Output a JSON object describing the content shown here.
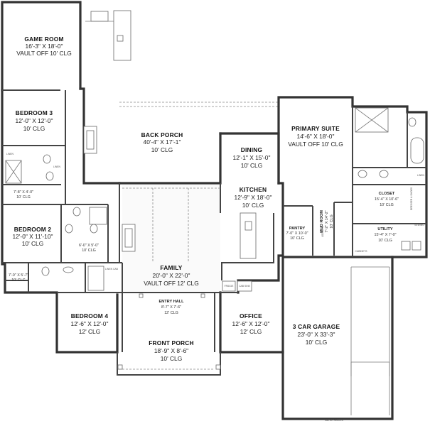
{
  "rooms": {
    "game_room": {
      "name": "GAME ROOM",
      "size": "16'-3\" X 18'-0\"",
      "ceiling": "VAULT OFF 10' CLG"
    },
    "bedroom3": {
      "name": "BEDROOM 3",
      "size": "12'-0\" X 12'-0\"",
      "ceiling": "10' CLG"
    },
    "bedroom2": {
      "name": "BEDROOM 2",
      "size": "12'-0\" X 11'-10\"",
      "ceiling": "10' CLG"
    },
    "back_porch": {
      "name": "BACK PORCH",
      "size": "40'-4\" X 17'-1\"",
      "ceiling": "10' CLG"
    },
    "dining": {
      "name": "DINING",
      "size": "12'-1\" X 15'-0\"",
      "ceiling": "10' CLG"
    },
    "kitchen": {
      "name": "KITCHEN",
      "size": "12'-9\" X 18'-0\"",
      "ceiling": "10' CLG"
    },
    "primary_suite": {
      "name": "PRIMARY SUITE",
      "size": "14'-6\" X 18'-0\"",
      "ceiling": "VAULT OFF 10' CLG"
    },
    "closet": {
      "name": "CLOSET",
      "size": "15'-4\" X 10'-6\"",
      "ceiling": "10' CLG"
    },
    "utility": {
      "name": "UTILITY",
      "size": "15'-4\" X 7'-0\"",
      "ceiling": "10' CLG"
    },
    "pantry": {
      "name": "PANTRY",
      "size": "7'-0\" X 10'-0\"",
      "ceiling": "10' CLG"
    },
    "mud_room": {
      "name": "MUD ROOM",
      "size": "7'-2\" X 14'-2\"",
      "ceiling": "10' CLG"
    },
    "family": {
      "name": "FAMILY",
      "size": "20'-0\" X 22'-0\"",
      "ceiling": "VAULT OFF 12' CLG"
    },
    "bedroom4": {
      "name": "BEDROOM 4",
      "size": "12'-6\" X 12'-0\"",
      "ceiling": "12' CLG"
    },
    "entry_hall": {
      "name": "ENTRY HALL",
      "size": "8'-7\" X 7'-6\"",
      "ceiling": "12' CLG"
    },
    "office": {
      "name": "OFFICE",
      "size": "12'-6\" X 12'-0\"",
      "ceiling": "12' CLG"
    },
    "front_porch": {
      "name": "FRONT PORCH",
      "size": "18'-9\" X 8'-6\"",
      "ceiling": "10' CLG"
    },
    "garage": {
      "name": "3 CAR GARAGE",
      "size": "23'-0\" X 33'-3\"",
      "ceiling": "10' CLG"
    },
    "bath3": {
      "size": "7'-8\" X 4'-0\"",
      "ceiling": "10' CLG"
    },
    "bath2": {
      "size": "6'-0\" X 5'-0\"",
      "ceiling": "10' CLG"
    },
    "bath_hall": {
      "size": "7'-0\" X 5'-7\"",
      "ceiling": "10' CLG"
    }
  },
  "small_labels": {
    "linen1": "LINEN",
    "linen2": "LINEN",
    "linen_cab": "LINEN CAB",
    "linen3": "LINEN",
    "dresser": "DRESSER & SHOES",
    "sewing": "SEWING",
    "lockers": "LOCKERS",
    "cabinets": "CABINETS",
    "cab_sink": "CAB SINK",
    "fridge": "FRIDGE",
    "water_heater": "WATER HEATER"
  }
}
